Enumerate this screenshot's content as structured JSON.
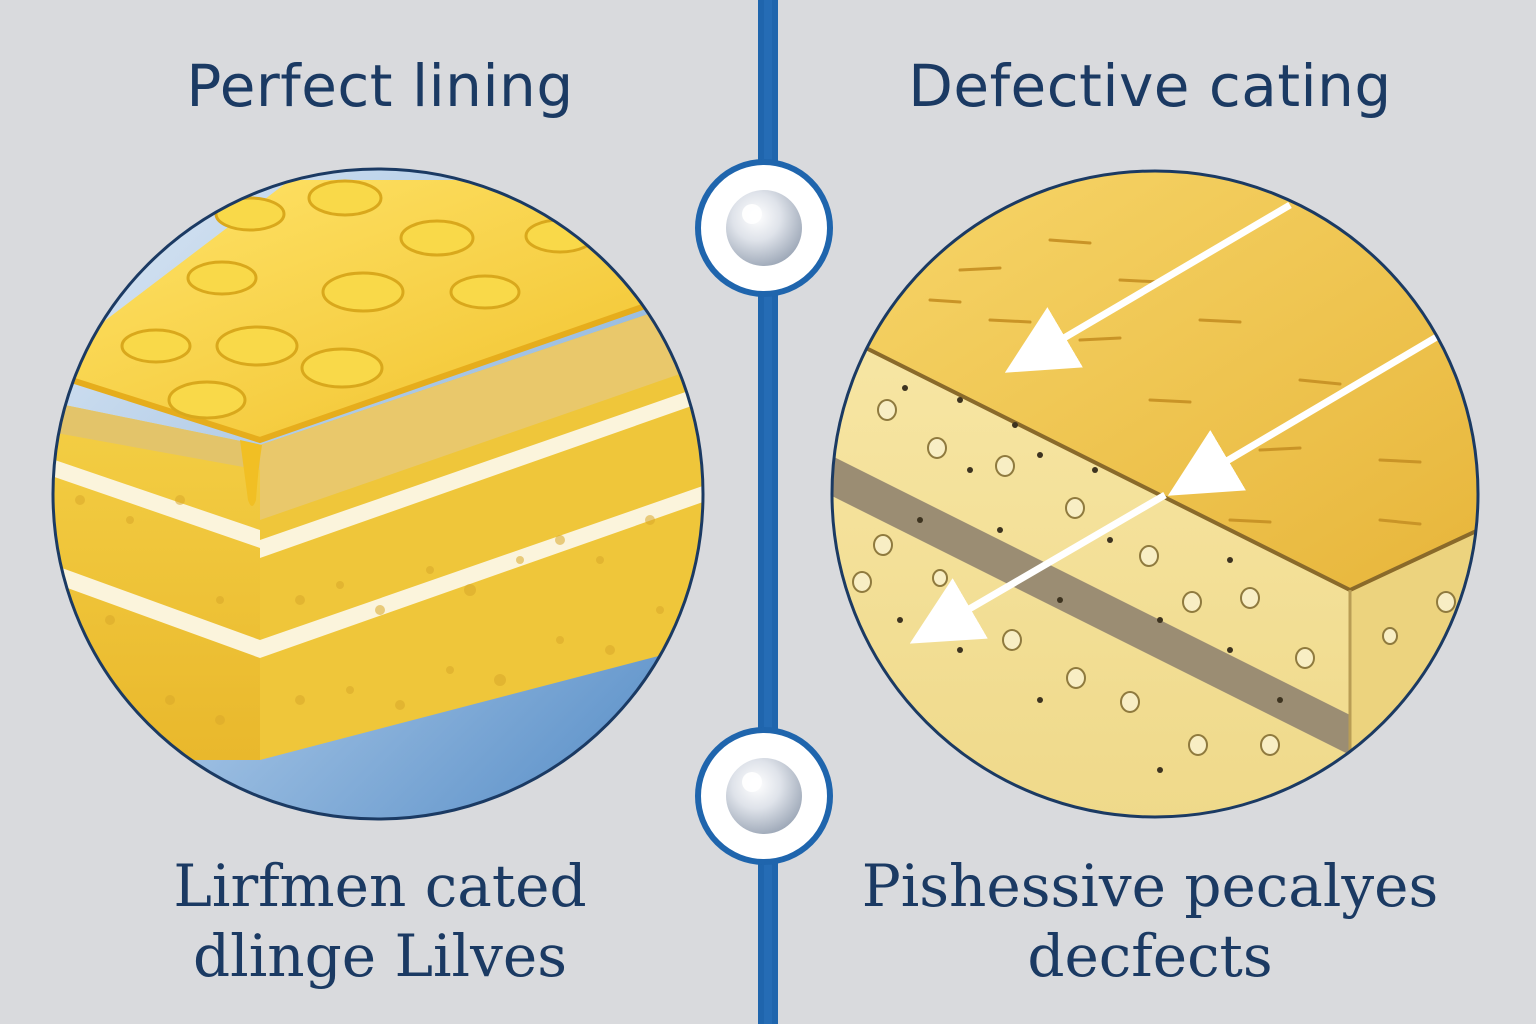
{
  "left_panel": {
    "title": "Perfect lining",
    "caption_line1": "Lirfmen cated",
    "caption_line2": "dlinge Lilves"
  },
  "right_panel": {
    "title": "Defective cating",
    "caption_line1": "Pishessive pecalyes",
    "caption_line2": "decfects"
  },
  "colors": {
    "background": "#d9dadd",
    "divider": "#1f65ad",
    "title_text": "#1b3a63",
    "lining_yellow": "#f3cf3c",
    "circle_backdrop": "#6d9fd1"
  },
  "icons": [
    "divider-knob-icon",
    "divider-knob-icon",
    "arrow-icon",
    "arrow-icon",
    "arrow-icon"
  ]
}
